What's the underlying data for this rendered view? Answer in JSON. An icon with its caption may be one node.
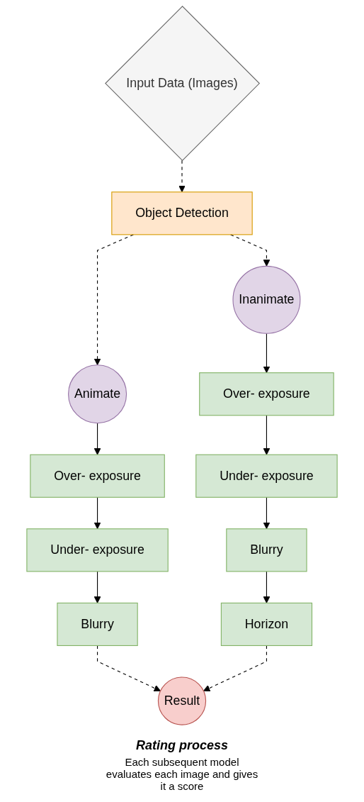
{
  "diagram": {
    "nodes": [
      {
        "text": [
          "Input Data (Images)"
        ]
      },
      {
        "text": [
          "Object Detection"
        ]
      },
      {
        "text": [
          "Animate"
        ]
      },
      {
        "text": [
          "Inanimate"
        ]
      },
      {
        "text": [
          "Over- exposure"
        ]
      },
      {
        "text": [
          "Under- exposure"
        ]
      },
      {
        "text": [
          "Blurry"
        ]
      },
      {
        "text": [
          "Over- exposure"
        ]
      },
      {
        "text": [
          "Under- exposure"
        ]
      },
      {
        "text": [
          "Blurry"
        ]
      },
      {
        "text": [
          "Horizon"
        ]
      },
      {
        "text": [
          "Result"
        ]
      }
    ],
    "edges": [
      {
        "from": 0,
        "to": 1,
        "arrow": "to",
        "style": "dashed"
      },
      {
        "from": 1,
        "to": 2,
        "arrow": "to",
        "style": "dashed"
      },
      {
        "from": 1,
        "to": 3,
        "arrow": "to",
        "style": "dashed"
      },
      {
        "from": 2,
        "to": 4,
        "arrow": "to"
      },
      {
        "from": 4,
        "to": 5,
        "arrow": "to"
      },
      {
        "from": 5,
        "to": 6,
        "arrow": "to"
      },
      {
        "from": 3,
        "to": 7,
        "arrow": "to"
      },
      {
        "from": 7,
        "to": 8,
        "arrow": "to"
      },
      {
        "from": 8,
        "to": 9,
        "arrow": "to"
      },
      {
        "from": 9,
        "to": 10,
        "arrow": "to"
      },
      {
        "from": 6,
        "to": 11,
        "arrow": "to",
        "style": "dashed"
      },
      {
        "from": 10,
        "to": 11,
        "arrow": "to",
        "style": "dashed"
      }
    ],
    "labels": [
      "Rating process",
      "Each subsequent model evaluates each image and gives it a score"
    ]
  }
}
